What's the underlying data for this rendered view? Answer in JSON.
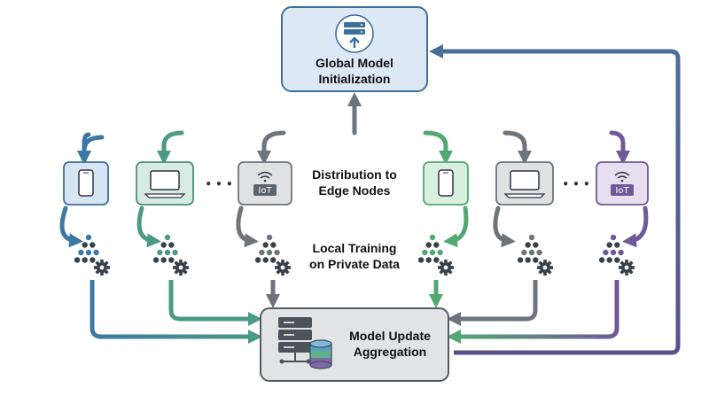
{
  "nodes": {
    "global": {
      "line1": "Global Model",
      "line2": "Initialization"
    },
    "aggregation": {
      "line1": "Model Update",
      "line2": "Aggregation"
    }
  },
  "labels": {
    "distribution": {
      "line1": "Distribution to",
      "line2": "Edge Nodes"
    },
    "training": {
      "line1": "Local Training",
      "line2": "on Private Data"
    }
  },
  "devices": [
    {
      "kind": "phone",
      "text": ""
    },
    {
      "kind": "laptop",
      "text": ""
    },
    {
      "kind": "iot",
      "text": "IoT"
    },
    {
      "kind": "phone",
      "text": ""
    },
    {
      "kind": "laptop",
      "text": ""
    },
    {
      "kind": "iot",
      "text": "IoT"
    }
  ],
  "ellipsis": "• • •",
  "colors": {
    "blue": "#3b78a4",
    "teal": "#4b9a84",
    "gray": "#6d747b",
    "green": "#52a873",
    "purple": "#6e5a98",
    "dark": "#37414c"
  }
}
